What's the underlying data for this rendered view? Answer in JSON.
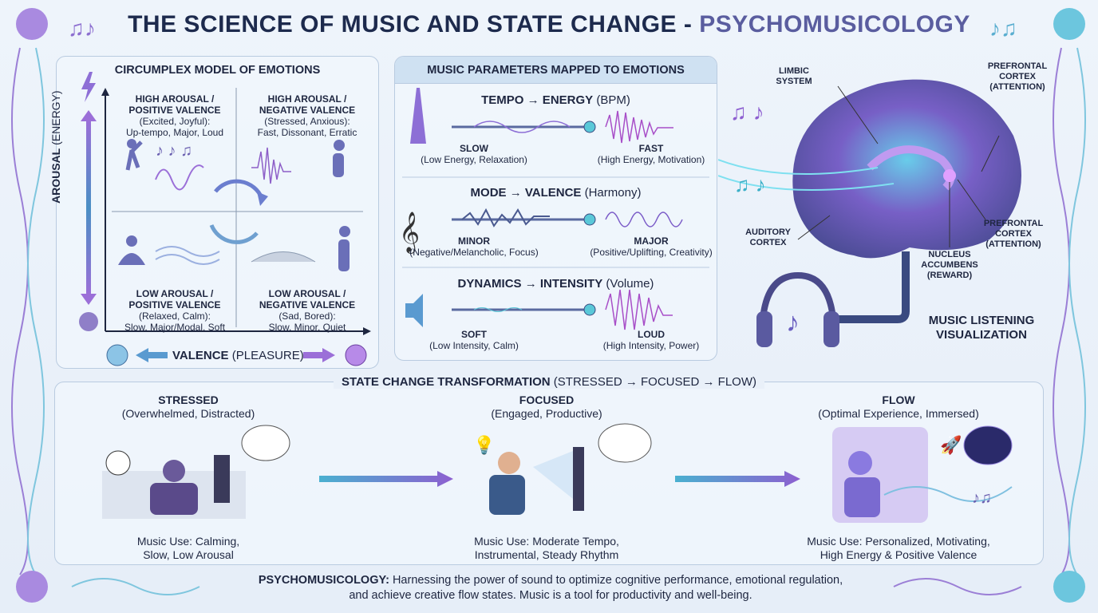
{
  "title": {
    "main": "THE SCIENCE OF MUSIC AND STATE CHANGE - ",
    "accent": "PSYCHOMUSICOLOGY"
  },
  "circumplex": {
    "heading": "CIRCUMPLEX MODEL OF EMOTIONS",
    "y_axis": {
      "bold": "AROUSAL",
      "rest": " (ENERGY)"
    },
    "x_axis": {
      "bold": "VALENCE",
      "rest": " (PLEASURE)"
    },
    "quadrants": [
      {
        "title1": "HIGH AROUSAL /",
        "title2": "POSITIVE VALENCE",
        "desc1": "(Excited, Joyful):",
        "desc2": "Up-tempo, Major, Loud"
      },
      {
        "title1": "HIGH AROUSAL /",
        "title2": "NEGATIVE VALENCE",
        "desc1": "(Stressed, Anxious):",
        "desc2": "Fast, Dissonant, Erratic"
      },
      {
        "title1": "LOW AROUSAL /",
        "title2": "POSITIVE VALENCE",
        "desc1": "(Relaxed, Calm):",
        "desc2": "Slow, Major/Modal, Soft"
      },
      {
        "title1": "LOW AROUSAL /",
        "title2": "NEGATIVE VALENCE",
        "desc1": "(Sad, Bored):",
        "desc2": "Slow, Minor, Quiet"
      }
    ]
  },
  "params": {
    "heading": "MUSIC PARAMETERS MAPPED TO EMOTIONS",
    "rows": [
      {
        "title": "TEMPO → ENERGY",
        "unit": " (BPM)",
        "icon": "metronome-icon",
        "left": "SLOW",
        "left_sub": "(Low Energy, Relaxation)",
        "right": "FAST",
        "right_sub": "(High Energy, Motivation)"
      },
      {
        "title": "MODE → VALENCE",
        "unit": " (Harmony)",
        "icon": "treble-clef-icon",
        "left": "MINOR",
        "left_sub": "(Negative/Melancholic, Focus)",
        "right": "MAJOR",
        "right_sub": "(Positive/Uplifting, Creativity)"
      },
      {
        "title": "DYNAMICS → INTENSITY",
        "unit": " (Volume)",
        "icon": "speaker-icon",
        "left": "SOFT",
        "left_sub": "(Low Intensity, Calm)",
        "right": "LOUD",
        "right_sub": "(High Intensity, Power)"
      }
    ]
  },
  "brain": {
    "limbic": [
      "LIMBIC",
      "SYSTEM"
    ],
    "pfc_top": [
      "PREFRONTAL",
      "CORTEX",
      "(ATTENTION)"
    ],
    "auditory": [
      "AUDITORY",
      "CORTEX"
    ],
    "nucleus": [
      "NUCLEUS",
      "ACCUMBENS",
      "(REWARD)"
    ],
    "pfc_right": [
      "PREFRONTAL",
      "CORTEX",
      "(ATTENTION)"
    ],
    "caption": [
      "MUSIC LISTENING",
      "VISUALIZATION"
    ]
  },
  "states": {
    "heading": "STATE CHANGE TRANSFORMATION",
    "heading_sub": " (STRESSED → FOCUSED → FLOW)",
    "items": [
      {
        "name": "STRESSED",
        "sub": "(Overwhelmed, Distracted)",
        "use1": "Music Use: Calming,",
        "use2": "Slow, Low Arousal"
      },
      {
        "name": "FOCUSED",
        "sub": "(Engaged, Productive)",
        "use1": "Music Use: Moderate Tempo,",
        "use2": "Instrumental, Steady Rhythm"
      },
      {
        "name": "FLOW",
        "sub": "(Optimal Experience, Immersed)",
        "use1": "Music Use: Personalized, Motivating,",
        "use2": "High Energy & Positive Valence"
      }
    ]
  },
  "footer": {
    "bold": "PSYCHOMUSICOLOGY:",
    "text": " Harnessing the power of sound to optimize cognitive performance, emotional regulation,",
    "line2": "and achieve creative flow states. Music is a tool for productivity and well-being."
  },
  "colors": {
    "navy": "#1d2a4d",
    "purple": "#7b5cc8",
    "blue": "#4a8fc4",
    "teal": "#3cc2d6"
  }
}
